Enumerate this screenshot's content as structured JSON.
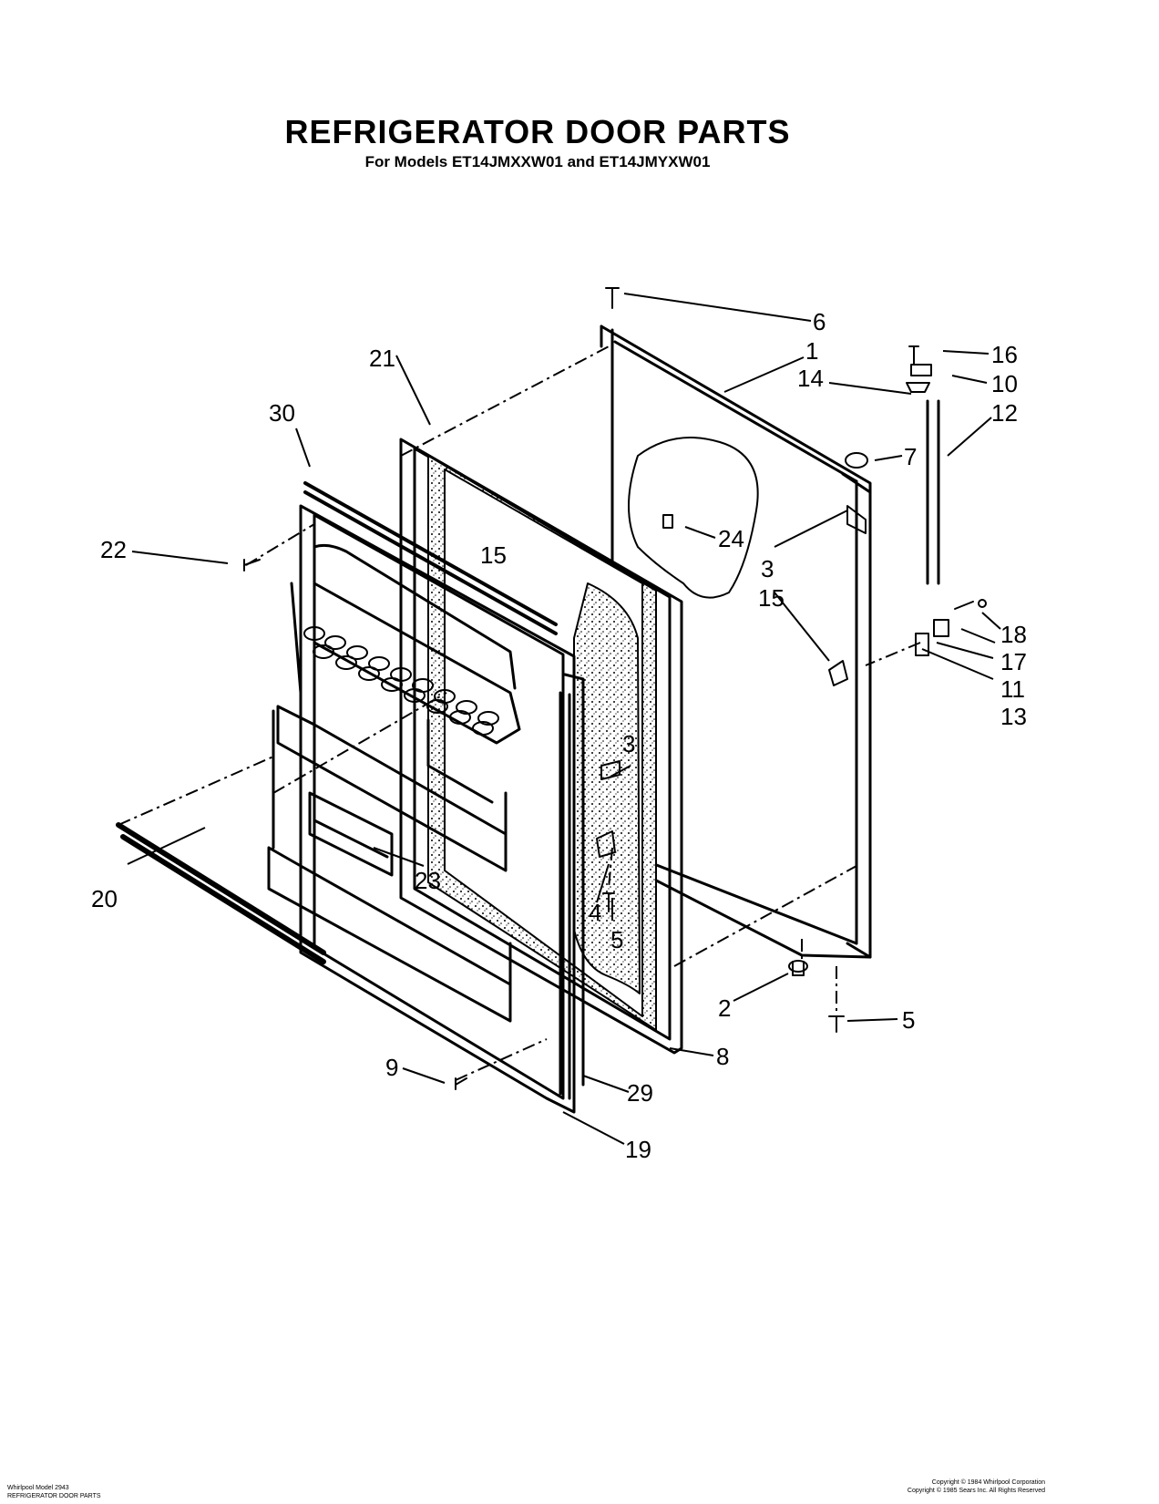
{
  "title": "REFRIGERATOR DOOR PARTS",
  "subtitle": "For Models ET14JMXXW01 and ET14JMYXW01",
  "callouts": [
    "6",
    "1",
    "16",
    "10",
    "14",
    "12",
    "7",
    "21",
    "30",
    "24",
    "22",
    "15",
    "3",
    "15",
    "18",
    "17",
    "11",
    "13",
    "3",
    "23",
    "20",
    "4",
    "5",
    "2",
    "5",
    "8",
    "9",
    "29",
    "19"
  ],
  "footer": {
    "left_line1": "Whirlpool Model 2943",
    "left_line2": "REFRIGERATOR DOOR PARTS",
    "right_line1": "Copyright © 1984 Whirlpool Corporation",
    "right_line2": "Copyright © 1985 Sears Inc. All Rights Reserved"
  }
}
